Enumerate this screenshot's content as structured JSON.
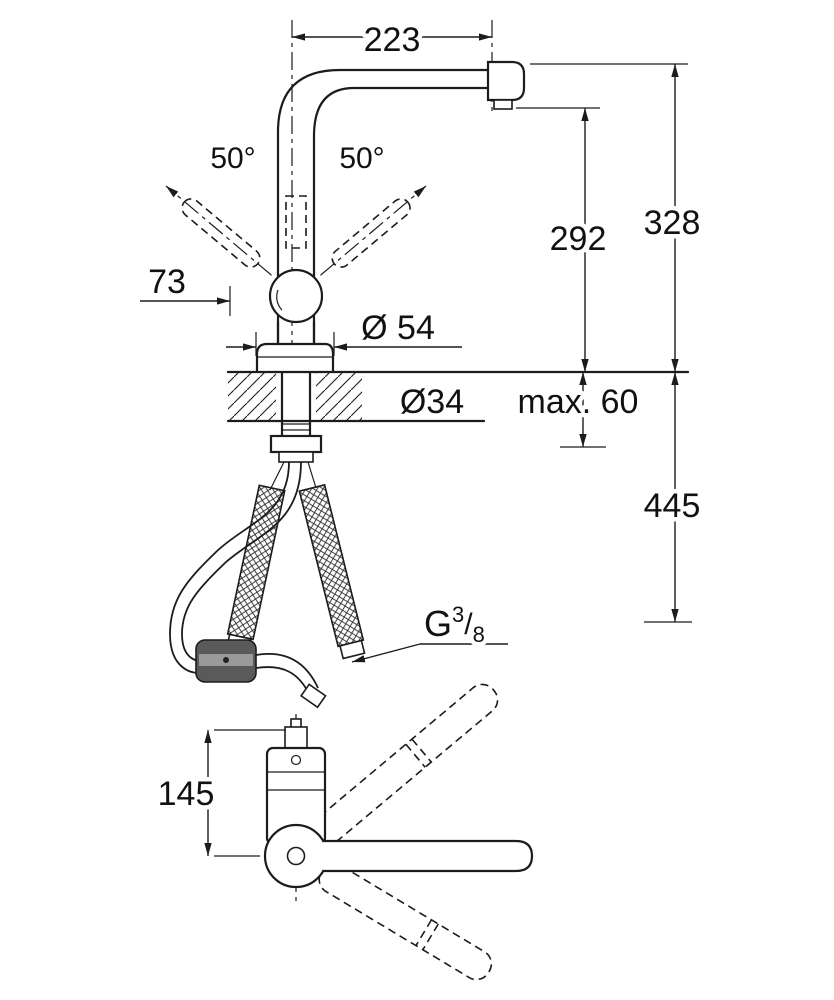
{
  "labels": {
    "spout_reach": "223",
    "swivel_left": "50°",
    "swivel_right": "50°",
    "lever_offset": "73",
    "base_diameter": "Ø 54",
    "hole_diameter": "Ø34",
    "max_thickness": "max. 60",
    "height_to_outlet": "292",
    "height_total": "328",
    "hose_length": "445",
    "thread_letter": "G",
    "thread_numerator": "3",
    "thread_slash": "/",
    "thread_denominator": "8",
    "side_view_height": "145"
  },
  "colors": {
    "line": "#1c1c1c",
    "background": "#ffffff",
    "weight_body": "#5a5a5a",
    "weight_band": "#9a9a9a"
  }
}
